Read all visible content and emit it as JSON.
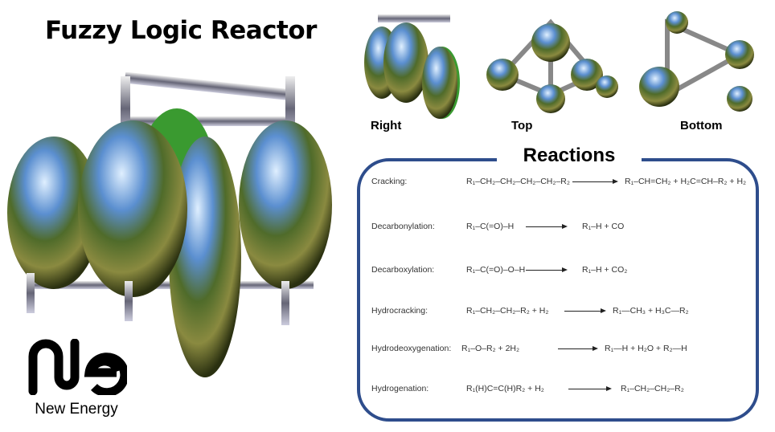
{
  "title": "Fuzzy Logic Reactor",
  "logo": {
    "mark": "Ne",
    "name": "New Energy"
  },
  "views": [
    {
      "label": "Right"
    },
    {
      "label": "Top"
    },
    {
      "label": "Bottom"
    }
  ],
  "reactions": {
    "title": "Reactions",
    "items": [
      {
        "name": "Cracking:",
        "reactant": "R₁–CH₂–CH₂–CH₂–CH₂–R₂",
        "products": "R₁–CH=CH₂ + H₂C=CH–R₂ + H₂"
      },
      {
        "name": "Decarbonylation:",
        "reactant": "R₁–C(=O)–H",
        "products": "R₁–H  +  CO"
      },
      {
        "name": "Decarboxylation:",
        "reactant": "R₁–C(=O)–O–H",
        "products": "R₁–H  +  CO₂"
      },
      {
        "name": "Hydrocracking:",
        "reactant": "R₁–CH₂–CH₂–R₂  +  H₂",
        "products": "R₁—CH₃  +  H₃C—R₂"
      },
      {
        "name": "Hydrodeoxygenation:",
        "reactant": "R₁–O–R₂   +  2H₂",
        "products": "R₁—H  +  H₂O +  R₂—H"
      },
      {
        "name": "Hydrogenation:",
        "reactant": "R₁(H)C=C(H)R₂   +   H₂",
        "products": "R₁–CH₂–CH₂–R₂"
      }
    ]
  },
  "colors": {
    "frame": "#2e4d8c"
  }
}
